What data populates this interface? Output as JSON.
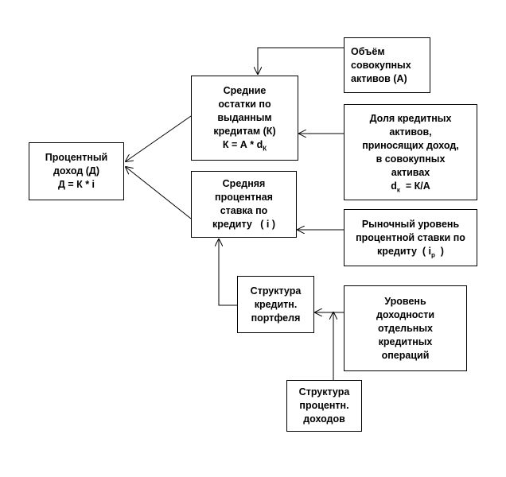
{
  "boxes": {
    "total_assets": {
      "lines": [
        "Объём",
        "совокупных",
        "активов (А)"
      ]
    },
    "avg_loan_balance": {
      "lines": [
        "Средние",
        "остатки по",
        "выданным",
        "кредитам (К)"
      ],
      "formula_prefix": "К = А * d",
      "formula_sub": "К"
    },
    "interest_income": {
      "lines": [
        "Процентный",
        "доход (Д)",
        "Д = К * i"
      ]
    },
    "credit_assets_share": {
      "lines": [
        "Доля кредитных",
        "активов,",
        "приносящих доход,",
        "в совокупных",
        "активах"
      ],
      "formula_prefix": "d",
      "formula_sub": "к",
      "formula_suffix": "  = К/А"
    },
    "avg_interest_rate": {
      "lines": [
        "Средняя",
        "процентная",
        "ставка по",
        "кредиту   ( i )"
      ]
    },
    "market_rate": {
      "lines": [
        "Рыночный уровень",
        "процентной ставки по"
      ],
      "last_prefix": "кредиту  ( i",
      "last_sub": "р",
      "last_suffix": "  )"
    },
    "portfolio_structure": {
      "lines": [
        "Структура",
        "кредитн.",
        "портфеля"
      ]
    },
    "operations_yield": {
      "lines": [
        "Уровень",
        "доходности",
        "отдельных",
        "кредитных",
        "операций"
      ]
    },
    "income_structure": {
      "lines": [
        "Структура",
        "процентн.",
        "доходов"
      ]
    }
  }
}
